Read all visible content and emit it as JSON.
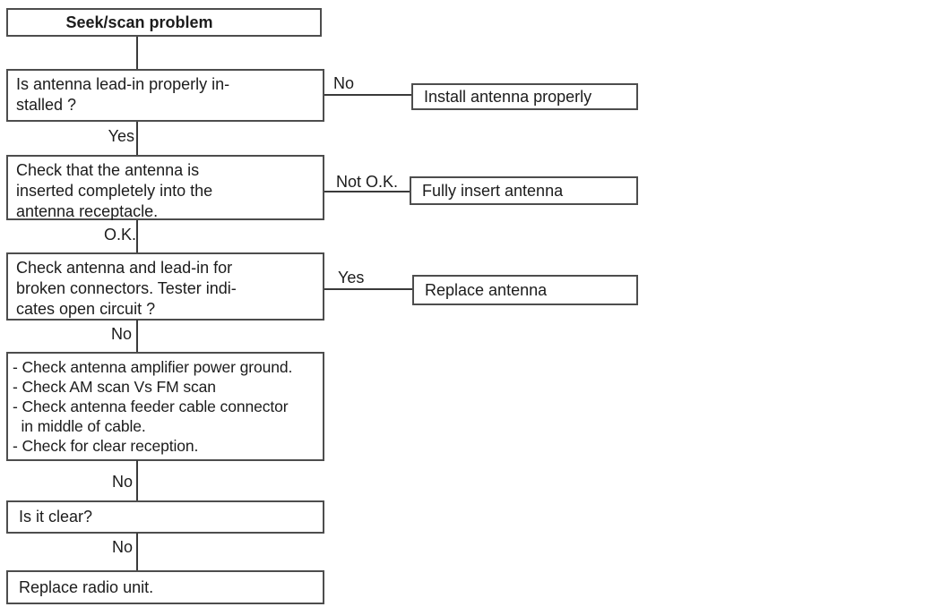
{
  "page": {
    "background_color": "#ffffff",
    "box_border_color": "#4d4d4d",
    "connector_color": "#3a3a3a",
    "text_color": "#1c1c1c"
  },
  "flowchart": {
    "type": "flowchart",
    "title": "Seek/scan problem",
    "q1": {
      "text": "Is antenna lead-in properly in-\nstalled ?",
      "branch_label": "No",
      "branch_action": "Install antenna properly",
      "down_label": "Yes"
    },
    "q2": {
      "text": "Check that the antenna is\ninserted completely into the\nantenna receptacle.",
      "branch_label": "Not O.K.",
      "branch_action": "Fully insert antenna",
      "down_label": "O.K."
    },
    "q3": {
      "text": "Check antenna and lead-in for\nbroken connectors. Tester indi-\ncates open circuit ?",
      "branch_label": "Yes",
      "branch_action": "Replace antenna",
      "down_label": "No"
    },
    "checks": {
      "text": "- Check antenna amplifier power ground.\n- Check AM scan Vs FM scan\n- Check antenna feeder cable connector\n  in middle of cable.\n- Check for clear reception.",
      "down_label": "No"
    },
    "q4": {
      "text": "Is it clear?",
      "down_label": "No"
    },
    "final": {
      "text": "Replace radio unit."
    }
  }
}
